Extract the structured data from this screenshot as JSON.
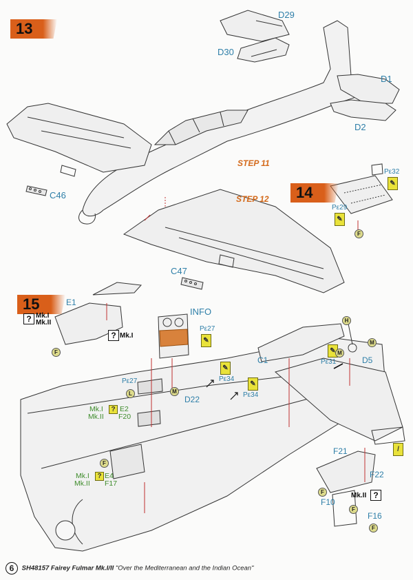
{
  "steps": {
    "s13": "13",
    "s14": "14",
    "s15": "15",
    "ref11": "STEP 11",
    "ref12": "STEP 12"
  },
  "parts": {
    "d29": "D29",
    "d30": "D30",
    "d1": "D1",
    "d2": "D2",
    "c46": "C46",
    "c47": "C47",
    "e1": "E1",
    "c1": "C1",
    "d5": "D5",
    "d22": "D22",
    "e2": "E2",
    "f20": "F20",
    "e4": "E4",
    "f17": "F17",
    "f21": "F21",
    "f22": "F22",
    "f10": "F10",
    "f16": "F16",
    "pe32": "Pε32",
    "pe29": "Pε29",
    "pe27a": "Pε27",
    "pe27b": "Pε27",
    "pe34a": "Pε34",
    "pe34b": "Pε34",
    "pe31": "Pε31"
  },
  "info_label": "INFO",
  "variants": {
    "mk1": "Mk.I",
    "mk2": "Mk.II",
    "mk1_alt": "Mk.I",
    "mk2_alt": "Mk.II"
  },
  "footer": {
    "page_number": "6",
    "code": "SH48157 Fairey Fulmar Mk.I/II",
    "title": "\"Over the Mediterranean and the Indian Ocean\""
  },
  "colors": {
    "accent_orange": "#d95f1a",
    "label_blue": "#2e7fa8",
    "label_green": "#3e8c2b",
    "etch_yellow": "#e9e23a"
  }
}
